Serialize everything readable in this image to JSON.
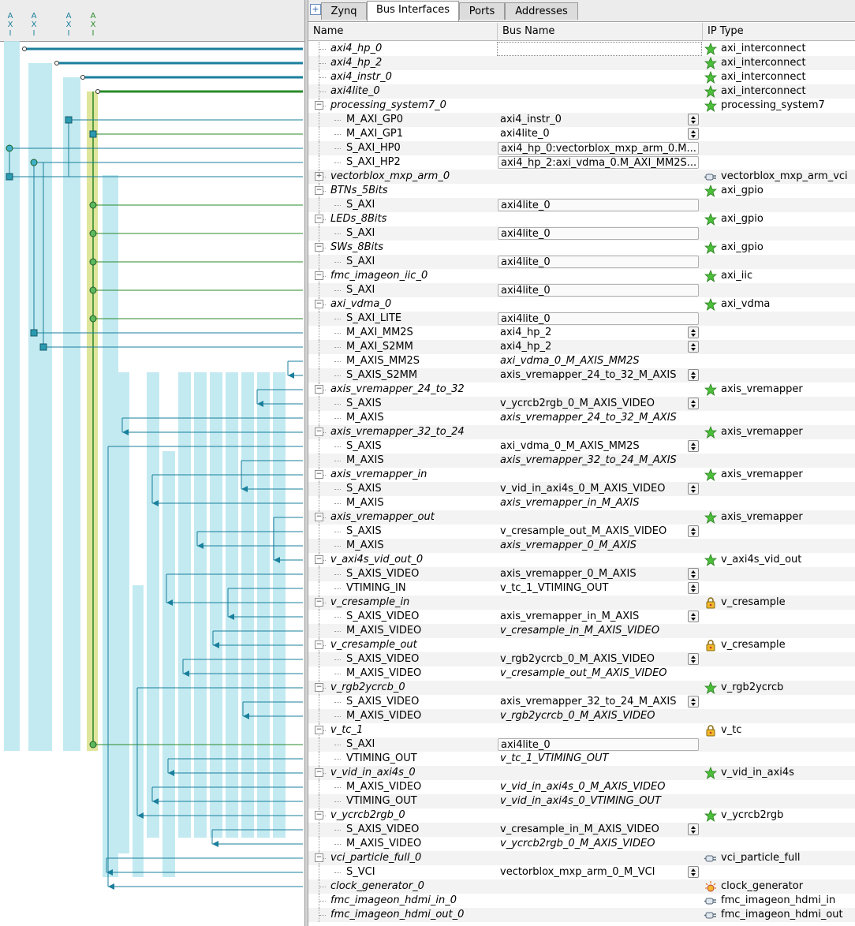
{
  "tabs": [
    "Zynq",
    "Bus Interfaces",
    "Ports",
    "Addresses"
  ],
  "active_tab": "Bus Interfaces",
  "columns": [
    "Name",
    "Bus Name",
    "IP Type"
  ],
  "rows": [
    {
      "level": 0,
      "name": "axi4_hp_0",
      "bus": "",
      "bus_style": "sel",
      "spin": false,
      "expand": "",
      "icon": "star-icon",
      "ip_type": "axi_interconnect"
    },
    {
      "level": 0,
      "name": "axi4_hp_2",
      "bus": "",
      "bus_style": "",
      "spin": false,
      "expand": "",
      "icon": "star-icon",
      "ip_type": "axi_interconnect"
    },
    {
      "level": 0,
      "name": "axi4_instr_0",
      "bus": "",
      "bus_style": "",
      "spin": false,
      "expand": "",
      "icon": "star-icon",
      "ip_type": "axi_interconnect"
    },
    {
      "level": 0,
      "name": "axi4lite_0",
      "bus": "",
      "bus_style": "",
      "spin": false,
      "expand": "",
      "icon": "star-icon",
      "ip_type": "axi_interconnect"
    },
    {
      "level": 0,
      "name": "processing_system7_0",
      "bus": "",
      "bus_style": "",
      "spin": false,
      "expand": "-",
      "icon": "star-icon",
      "ip_type": "processing_system7"
    },
    {
      "level": 1,
      "name": "M_AXI_GP0",
      "bus": "axi4_instr_0",
      "bus_style": "text",
      "spin": true,
      "expand": "",
      "icon": "",
      "ip_type": ""
    },
    {
      "level": 1,
      "name": "M_AXI_GP1",
      "bus": "axi4lite_0",
      "bus_style": "text",
      "spin": true,
      "expand": "",
      "icon": "",
      "ip_type": ""
    },
    {
      "level": 1,
      "name": "S_AXI_HP0",
      "bus": "axi4_hp_0:vectorblox_mxp_arm_0.M...",
      "bus_style": "combo",
      "spin": false,
      "expand": "",
      "icon": "",
      "ip_type": ""
    },
    {
      "level": 1,
      "name": "S_AXI_HP2",
      "bus": "axi4_hp_2:axi_vdma_0.M_AXI_MM2S...",
      "bus_style": "combo",
      "spin": false,
      "expand": "",
      "icon": "",
      "ip_type": ""
    },
    {
      "level": 0,
      "name": "vectorblox_mxp_arm_0",
      "bus": "",
      "bus_style": "",
      "spin": false,
      "expand": "+",
      "icon": "plug-icon",
      "ip_type": "vectorblox_mxp_arm_vci"
    },
    {
      "level": 0,
      "name": "BTNs_5Bits",
      "bus": "",
      "bus_style": "",
      "spin": false,
      "expand": "-",
      "icon": "star-icon",
      "ip_type": "axi_gpio"
    },
    {
      "level": 1,
      "name": "S_AXI",
      "bus": "axi4lite_0",
      "bus_style": "combo",
      "spin": false,
      "expand": "",
      "icon": "",
      "ip_type": ""
    },
    {
      "level": 0,
      "name": "LEDs_8Bits",
      "bus": "",
      "bus_style": "",
      "spin": false,
      "expand": "-",
      "icon": "star-icon",
      "ip_type": "axi_gpio"
    },
    {
      "level": 1,
      "name": "S_AXI",
      "bus": "axi4lite_0",
      "bus_style": "combo",
      "spin": false,
      "expand": "",
      "icon": "",
      "ip_type": ""
    },
    {
      "level": 0,
      "name": "SWs_8Bits",
      "bus": "",
      "bus_style": "",
      "spin": false,
      "expand": "-",
      "icon": "star-icon",
      "ip_type": "axi_gpio"
    },
    {
      "level": 1,
      "name": "S_AXI",
      "bus": "axi4lite_0",
      "bus_style": "combo",
      "spin": false,
      "expand": "",
      "icon": "",
      "ip_type": ""
    },
    {
      "level": 0,
      "name": "fmc_imageon_iic_0",
      "bus": "",
      "bus_style": "",
      "spin": false,
      "expand": "-",
      "icon": "star-icon",
      "ip_type": "axi_iic"
    },
    {
      "level": 1,
      "name": "S_AXI",
      "bus": "axi4lite_0",
      "bus_style": "combo",
      "spin": false,
      "expand": "",
      "icon": "",
      "ip_type": ""
    },
    {
      "level": 0,
      "name": "axi_vdma_0",
      "bus": "",
      "bus_style": "",
      "spin": false,
      "expand": "-",
      "icon": "star-icon",
      "ip_type": "axi_vdma"
    },
    {
      "level": 1,
      "name": "S_AXI_LITE",
      "bus": "axi4lite_0",
      "bus_style": "combo",
      "spin": false,
      "expand": "",
      "icon": "",
      "ip_type": ""
    },
    {
      "level": 1,
      "name": "M_AXI_MM2S",
      "bus": "axi4_hp_2",
      "bus_style": "text",
      "spin": true,
      "expand": "",
      "icon": "",
      "ip_type": ""
    },
    {
      "level": 1,
      "name": "M_AXI_S2MM",
      "bus": "axi4_hp_2",
      "bus_style": "text",
      "spin": true,
      "expand": "",
      "icon": "",
      "ip_type": ""
    },
    {
      "level": 1,
      "name": "M_AXIS_MM2S",
      "bus": "axi_vdma_0_M_AXIS_MM2S",
      "bus_style": "it",
      "spin": false,
      "expand": "",
      "icon": "",
      "ip_type": ""
    },
    {
      "level": 1,
      "name": "S_AXIS_S2MM",
      "bus": "axis_vremapper_24_to_32_M_AXIS",
      "bus_style": "text",
      "spin": true,
      "expand": "",
      "icon": "",
      "ip_type": ""
    },
    {
      "level": 0,
      "name": "axis_vremapper_24_to_32",
      "bus": "",
      "bus_style": "",
      "spin": false,
      "expand": "-",
      "icon": "star-icon",
      "ip_type": "axis_vremapper"
    },
    {
      "level": 1,
      "name": "S_AXIS",
      "bus": "v_ycrcb2rgb_0_M_AXIS_VIDEO",
      "bus_style": "text",
      "spin": true,
      "expand": "",
      "icon": "",
      "ip_type": ""
    },
    {
      "level": 1,
      "name": "M_AXIS",
      "bus": "axis_vremapper_24_to_32_M_AXIS",
      "bus_style": "it",
      "spin": false,
      "expand": "",
      "icon": "",
      "ip_type": ""
    },
    {
      "level": 0,
      "name": "axis_vremapper_32_to_24",
      "bus": "",
      "bus_style": "",
      "spin": false,
      "expand": "-",
      "icon": "star-icon",
      "ip_type": "axis_vremapper"
    },
    {
      "level": 1,
      "name": "S_AXIS",
      "bus": "axi_vdma_0_M_AXIS_MM2S",
      "bus_style": "text",
      "spin": true,
      "expand": "",
      "icon": "",
      "ip_type": ""
    },
    {
      "level": 1,
      "name": "M_AXIS",
      "bus": "axis_vremapper_32_to_24_M_AXIS",
      "bus_style": "it",
      "spin": false,
      "expand": "",
      "icon": "",
      "ip_type": ""
    },
    {
      "level": 0,
      "name": "axis_vremapper_in",
      "bus": "",
      "bus_style": "",
      "spin": false,
      "expand": "-",
      "icon": "star-icon",
      "ip_type": "axis_vremapper"
    },
    {
      "level": 1,
      "name": "S_AXIS",
      "bus": "v_vid_in_axi4s_0_M_AXIS_VIDEO",
      "bus_style": "text",
      "spin": true,
      "expand": "",
      "icon": "",
      "ip_type": ""
    },
    {
      "level": 1,
      "name": "M_AXIS",
      "bus": "axis_vremapper_in_M_AXIS",
      "bus_style": "it",
      "spin": false,
      "expand": "",
      "icon": "",
      "ip_type": ""
    },
    {
      "level": 0,
      "name": "axis_vremapper_out",
      "bus": "",
      "bus_style": "",
      "spin": false,
      "expand": "-",
      "icon": "star-icon",
      "ip_type": "axis_vremapper"
    },
    {
      "level": 1,
      "name": "S_AXIS",
      "bus": "v_cresample_out_M_AXIS_VIDEO",
      "bus_style": "text",
      "spin": true,
      "expand": "",
      "icon": "",
      "ip_type": ""
    },
    {
      "level": 1,
      "name": "M_AXIS",
      "bus": "axis_vremapper_0_M_AXIS",
      "bus_style": "it",
      "spin": false,
      "expand": "",
      "icon": "",
      "ip_type": ""
    },
    {
      "level": 0,
      "name": "v_axi4s_vid_out_0",
      "bus": "",
      "bus_style": "",
      "spin": false,
      "expand": "-",
      "icon": "star-icon",
      "ip_type": "v_axi4s_vid_out"
    },
    {
      "level": 1,
      "name": "S_AXIS_VIDEO",
      "bus": "axis_vremapper_0_M_AXIS",
      "bus_style": "text",
      "spin": true,
      "expand": "",
      "icon": "",
      "ip_type": ""
    },
    {
      "level": 1,
      "name": "VTIMING_IN",
      "bus": "v_tc_1_VTIMING_OUT",
      "bus_style": "text",
      "spin": true,
      "expand": "",
      "icon": "",
      "ip_type": ""
    },
    {
      "level": 0,
      "name": "v_cresample_in",
      "bus": "",
      "bus_style": "",
      "spin": false,
      "expand": "-",
      "icon": "lock-icon",
      "ip_type": "v_cresample"
    },
    {
      "level": 1,
      "name": "S_AXIS_VIDEO",
      "bus": "axis_vremapper_in_M_AXIS",
      "bus_style": "text",
      "spin": true,
      "expand": "",
      "icon": "",
      "ip_type": ""
    },
    {
      "level": 1,
      "name": "M_AXIS_VIDEO",
      "bus": "v_cresample_in_M_AXIS_VIDEO",
      "bus_style": "it",
      "spin": false,
      "expand": "",
      "icon": "",
      "ip_type": ""
    },
    {
      "level": 0,
      "name": "v_cresample_out",
      "bus": "",
      "bus_style": "",
      "spin": false,
      "expand": "-",
      "icon": "lock-icon",
      "ip_type": "v_cresample"
    },
    {
      "level": 1,
      "name": "S_AXIS_VIDEO",
      "bus": "v_rgb2ycrcb_0_M_AXIS_VIDEO",
      "bus_style": "text",
      "spin": true,
      "expand": "",
      "icon": "",
      "ip_type": ""
    },
    {
      "level": 1,
      "name": "M_AXIS_VIDEO",
      "bus": "v_cresample_out_M_AXIS_VIDEO",
      "bus_style": "it",
      "spin": false,
      "expand": "",
      "icon": "",
      "ip_type": ""
    },
    {
      "level": 0,
      "name": "v_rgb2ycrcb_0",
      "bus": "",
      "bus_style": "",
      "spin": false,
      "expand": "-",
      "icon": "star-icon",
      "ip_type": "v_rgb2ycrcb"
    },
    {
      "level": 1,
      "name": "S_AXIS_VIDEO",
      "bus": "axis_vremapper_32_to_24_M_AXIS",
      "bus_style": "text",
      "spin": true,
      "expand": "",
      "icon": "",
      "ip_type": ""
    },
    {
      "level": 1,
      "name": "M_AXIS_VIDEO",
      "bus": "v_rgb2ycrcb_0_M_AXIS_VIDEO",
      "bus_style": "it",
      "spin": false,
      "expand": "",
      "icon": "",
      "ip_type": ""
    },
    {
      "level": 0,
      "name": "v_tc_1",
      "bus": "",
      "bus_style": "",
      "spin": false,
      "expand": "-",
      "icon": "lock-icon",
      "ip_type": "v_tc"
    },
    {
      "level": 1,
      "name": "S_AXI",
      "bus": "axi4lite_0",
      "bus_style": "combo",
      "spin": false,
      "expand": "",
      "icon": "",
      "ip_type": ""
    },
    {
      "level": 1,
      "name": "VTIMING_OUT",
      "bus": "v_tc_1_VTIMING_OUT",
      "bus_style": "it",
      "spin": false,
      "expand": "",
      "icon": "",
      "ip_type": ""
    },
    {
      "level": 0,
      "name": "v_vid_in_axi4s_0",
      "bus": "",
      "bus_style": "",
      "spin": false,
      "expand": "-",
      "icon": "star-icon",
      "ip_type": "v_vid_in_axi4s"
    },
    {
      "level": 1,
      "name": "M_AXIS_VIDEO",
      "bus": "v_vid_in_axi4s_0_M_AXIS_VIDEO",
      "bus_style": "it",
      "spin": false,
      "expand": "",
      "icon": "",
      "ip_type": ""
    },
    {
      "level": 1,
      "name": "VTIMING_OUT",
      "bus": "v_vid_in_axi4s_0_VTIMING_OUT",
      "bus_style": "it",
      "spin": false,
      "expand": "",
      "icon": "",
      "ip_type": ""
    },
    {
      "level": 0,
      "name": "v_ycrcb2rgb_0",
      "bus": "",
      "bus_style": "",
      "spin": false,
      "expand": "-",
      "icon": "star-icon",
      "ip_type": "v_ycrcb2rgb"
    },
    {
      "level": 1,
      "name": "S_AXIS_VIDEO",
      "bus": "v_cresample_in_M_AXIS_VIDEO",
      "bus_style": "text",
      "spin": true,
      "expand": "",
      "icon": "",
      "ip_type": ""
    },
    {
      "level": 1,
      "name": "M_AXIS_VIDEO",
      "bus": "v_ycrcb2rgb_0_M_AXIS_VIDEO",
      "bus_style": "it",
      "spin": false,
      "expand": "",
      "icon": "",
      "ip_type": ""
    },
    {
      "level": 0,
      "name": "vci_particle_full_0",
      "bus": "",
      "bus_style": "",
      "spin": false,
      "expand": "-",
      "icon": "plug-icon",
      "ip_type": "vci_particle_full"
    },
    {
      "level": 1,
      "name": "S_VCI",
      "bus": "vectorblox_mxp_arm_0_M_VCI",
      "bus_style": "text",
      "spin": true,
      "expand": "",
      "icon": "",
      "ip_type": ""
    },
    {
      "level": 0,
      "name": "clock_generator_0",
      "bus": "",
      "bus_style": "",
      "spin": false,
      "expand": "",
      "icon": "sun-icon",
      "ip_type": "clock_generator"
    },
    {
      "level": 0,
      "name": "fmc_imageon_hdmi_in_0",
      "bus": "",
      "bus_style": "",
      "spin": false,
      "expand": "",
      "icon": "plug-icon",
      "ip_type": "fmc_imageon_hdmi_in"
    },
    {
      "level": 0,
      "name": "fmc_imageon_hdmi_out_0",
      "bus": "",
      "bus_style": "",
      "spin": false,
      "expand": "",
      "icon": "plug-icon",
      "ip_type": "fmc_imageon_hdmi_out"
    }
  ],
  "colors": {
    "bus_teal": "#1a7f9c",
    "bus_green": "#2a8a2a",
    "band": "#b8e6ee",
    "band_yellow": "#d9e08a"
  }
}
